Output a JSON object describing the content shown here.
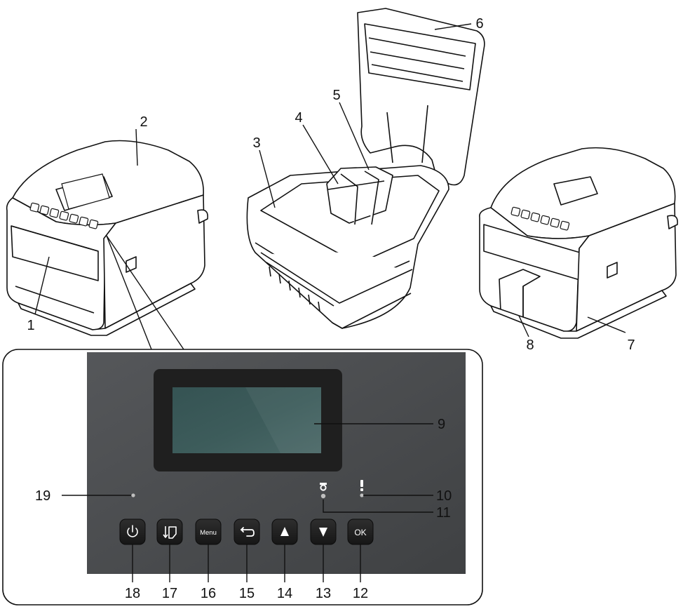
{
  "callouts": {
    "n1": "1",
    "n2": "2",
    "n3": "3",
    "n4": "4",
    "n5": "5",
    "n6": "6",
    "n7": "7",
    "n8": "8",
    "n9": "9",
    "n10": "10",
    "n11": "11",
    "n12": "12",
    "n13": "13",
    "n14": "14",
    "n15": "15",
    "n16": "16",
    "n17": "17",
    "n18": "18",
    "n19": "19"
  },
  "panel": {
    "buttons": {
      "power_icon": "power-icon",
      "feed_icon": "feed-icon",
      "menu_label": "Menu",
      "back_icon": "back-arrow-icon",
      "up_icon": "triangle-up-icon",
      "down_icon": "triangle-down-icon",
      "ok_label": "OK"
    },
    "indicators": {
      "editor_lite_icon": "editor-lite-icon",
      "alert_icon": "exclamation-icon"
    }
  },
  "colors": {
    "panel_face": "#4a4c4e",
    "screen": "#3a5656",
    "bezel": "#232323",
    "button": "#1f1f1f",
    "line": "#111111"
  }
}
